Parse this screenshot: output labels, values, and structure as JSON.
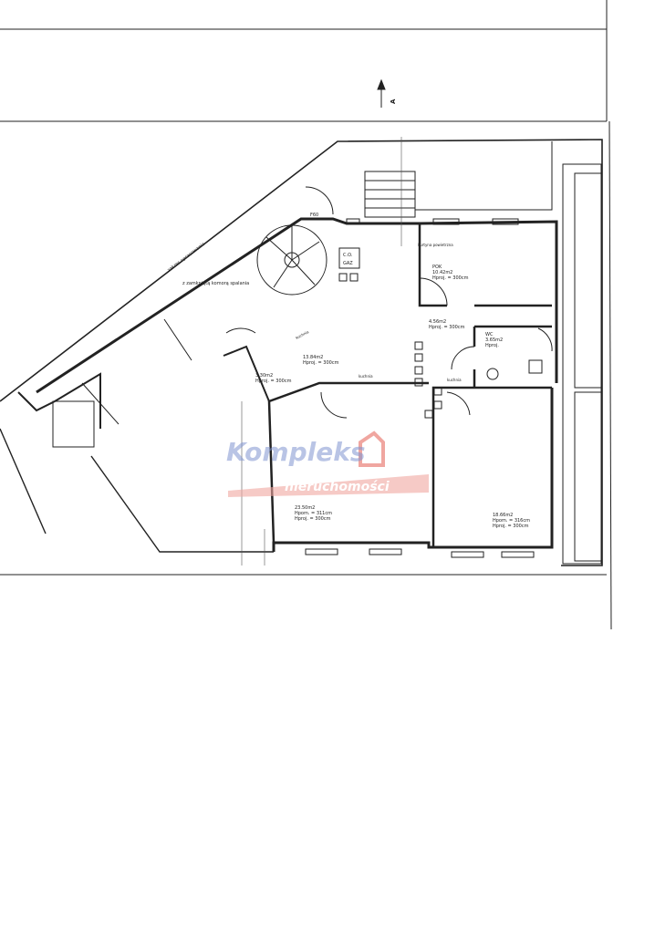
{
  "section_marker": "A",
  "annotations": {
    "zakres": "zakres opracowania",
    "komora": "z zamkniętą komorą spalania",
    "fire_door": "F60",
    "co": "C.O.",
    "gaz": "GAZ",
    "kurtyna": "kurtyna powietrzna",
    "kuchnia1": "kuchnia",
    "kuchnia2": "kuchnia",
    "kuchnia3": "kuchnia"
  },
  "rooms": {
    "pok": {
      "name": "POK",
      "area": "10.42m2",
      "height": "Hproj. = 300cm"
    },
    "hall": {
      "area": "4.56m2",
      "height": "Hproj. = 300cm"
    },
    "wc": {
      "name": "WC",
      "area": "3.65m2",
      "height": "Hproj."
    },
    "corridor": {
      "area": "13.84m2",
      "height": "Hproj. = 300cm"
    },
    "small": {
      "area": "3.30m2",
      "height": "Hproj. = 300cm"
    },
    "room_left": {
      "area": "23.50m2",
      "h1": "Hpom. = 311cm",
      "h2": "Hproj. = 300cm"
    },
    "room_right": {
      "area": "18.66m2",
      "h1": "Hpom. = 316cm",
      "h2": "Hproj. = 300cm"
    }
  },
  "watermark": {
    "line1": "Kompleks",
    "line2": "nieruchomości",
    "color": "#7f93cf",
    "accent": "#f0a6a0"
  }
}
